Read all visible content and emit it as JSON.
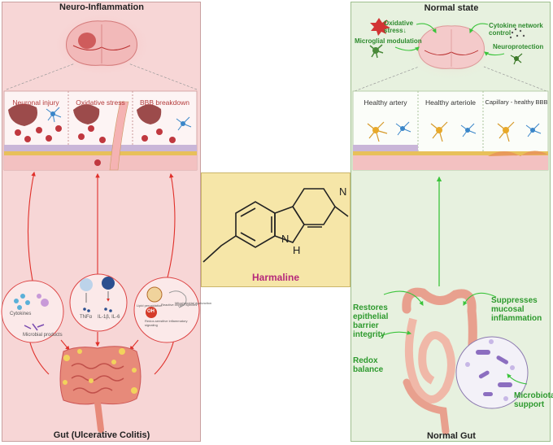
{
  "left": {
    "title": "Neuro-Inflammation",
    "panels": [
      "Neuronal injury",
      "Oxidative stress",
      "BBB breakdown"
    ],
    "gut_labels": {
      "cytokines": "Cytokines",
      "microbial": "Microbial products",
      "tnf": "TNFα",
      "interleukins": "IL-1β, IL-6",
      "lipid": "Lipid peroxidation",
      "ros": "Reactive oxygen species",
      "oh": "OH",
      "mito": "Mitochondrial dysfunction",
      "inflam": "Redox-sensitive inflammatory signaling"
    },
    "bottom": "Gut (Ulcerative Colitis)"
  },
  "center": {
    "compound": "Harmaline",
    "atoms": {
      "n1": "N",
      "n2": "N",
      "h": "H"
    }
  },
  "right": {
    "title": "Normal state",
    "brain_notes": {
      "oxidative": "Oxidative stress↓",
      "cytokine": "Cytokine network control",
      "microglial": "Microglial modulation",
      "neuro": "Neuroprotection"
    },
    "panels": [
      "Healthy artery",
      "Healthy arteriole",
      "Capillary - healthy BBB"
    ],
    "gut_notes": {
      "restores": "Restores epithelial barrier integrity",
      "suppresses": "Suppresses mucosal inflammation",
      "redox": "Redox balance",
      "microbiota": "Microbiota support"
    },
    "bottom": "Normal Gut"
  },
  "colors": {
    "left_bg": "#f7d6d6",
    "right_bg": "#e7f1df",
    "center_bg": "#f6e6a8",
    "red_arrow": "#e0302a",
    "green_arrow": "#3cc43c",
    "compound": "#b5287a"
  }
}
